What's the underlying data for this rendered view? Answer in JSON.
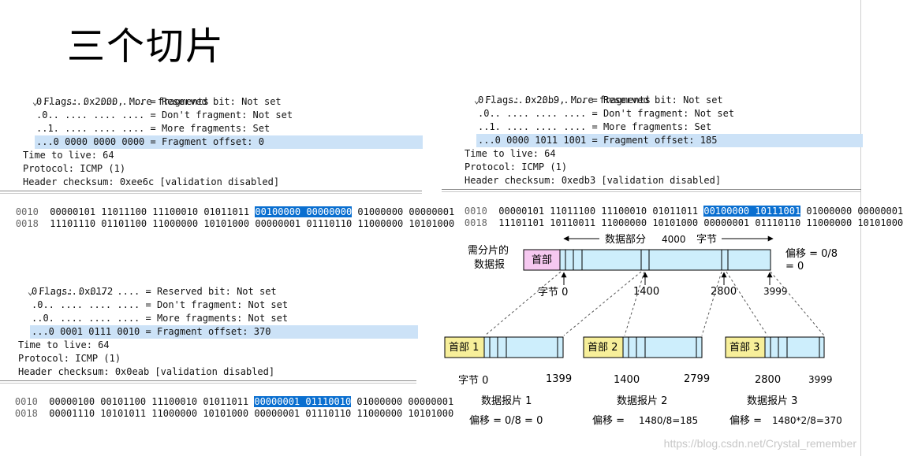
{
  "title": "三个切片",
  "panel1": {
    "flags": "Flags: 0x2000, More fragments",
    "bits": [
      "0... .... .... .... = Reserved bit: Not set",
      ".0.. .... .... .... = Don't fragment: Not set",
      "..1. .... .... .... = More fragments: Set",
      "...0 0000 0000 0000 = Fragment offset: 0"
    ],
    "ttl": "Time to live: 64",
    "protocol": "Protocol: ICMP (1)",
    "checksum": "Header checksum: 0xee6c [validation disabled]",
    "hex": [
      {
        "addr": "0010",
        "pre": "00000101 11011100 11100010 01011011 ",
        "sel": "00100000 00000000",
        "post": " 01000000 00000001"
      },
      {
        "addr": "0018",
        "pre": "11101110 01101100 11000000 10101000 00000001 01110110 11000000 10101000",
        "sel": "",
        "post": ""
      }
    ]
  },
  "panel2": {
    "flags": "Flags: 0x20b9, More fragments",
    "bits": [
      "0... .... .... .... = Reserved bit: Not set",
      ".0.. .... .... .... = Don't fragment: Not set",
      "..1. .... .... .... = More fragments: Set",
      "...0 0000 1011 1001 = Fragment offset: 185"
    ],
    "ttl": "Time to live: 64",
    "protocol": "Protocol: ICMP (1)",
    "checksum": "Header checksum: 0xedb3 [validation disabled]",
    "hex": [
      {
        "addr": "0010",
        "pre": "00000101 11011100 11100010 01011011 ",
        "sel": "00100000 10111001",
        "post": " 01000000 00000001"
      },
      {
        "addr": "0018",
        "pre": "11101101 10110011 11000000 10101000 00000001 01110110 11000000 10101000",
        "sel": "",
        "post": ""
      }
    ]
  },
  "panel3": {
    "flags": "Flags: 0x0172",
    "bits": [
      "0... .... .... .... = Reserved bit: Not set",
      ".0.. .... .... .... = Don't fragment: Not set",
      "..0. .... .... .... = More fragments: Not set",
      "...0 0001 0111 0010 = Fragment offset: 370"
    ],
    "ttl": "Time to live: 64",
    "protocol": "Protocol: ICMP (1)",
    "checksum": "Header checksum: 0x0eab [validation disabled]",
    "hex": [
      {
        "addr": "0010",
        "pre": "00000100 00101100 11100010 01011011 ",
        "sel": "00000001 01110010",
        "post": " 01000000 00000001"
      },
      {
        "addr": "0018",
        "pre": "00001110 10101011 11000000 10101000 00000001 01110110 11000000 10101000",
        "sel": "",
        "post": ""
      }
    ]
  },
  "diagram": {
    "data_part": "数据部分",
    "size": "4000",
    "bytes_unit": "字节",
    "need_frag_line1": "需分片的",
    "need_frag_line2": "数据报",
    "header": "首部",
    "offset_top_line1": "偏移 = 0/8",
    "offset_top_line2": "= 0",
    "byte0_top": "字节 0",
    "mark1400_top": "1400",
    "mark2800_top": "2800",
    "mark3999_top": "3999",
    "frag1": {
      "header": "首部 1",
      "start_label": "字节 0",
      "end": "1399",
      "name": "数据报片 1",
      "offset_label": "偏移 =",
      "offset_value": "0/8 = 0"
    },
    "frag2": {
      "header": "首部 2",
      "start": "1400",
      "end": "2799",
      "name": "数据报片 2",
      "offset_label": "偏移 =",
      "offset_value": "1480/8=185"
    },
    "frag3": {
      "header": "首部 3",
      "start": "2800",
      "end": "3999",
      "name": "数据报片 3",
      "offset_label": "偏移 =",
      "offset_value": "1480*2/8=370"
    },
    "colors": {
      "header_top": "#f6c8f0",
      "header_frag": "#f7ef9a",
      "data_fill": "#cdeefc",
      "stroke": "#000000"
    }
  },
  "watermark": "https://blog.csdn.net/Crystal_remember"
}
